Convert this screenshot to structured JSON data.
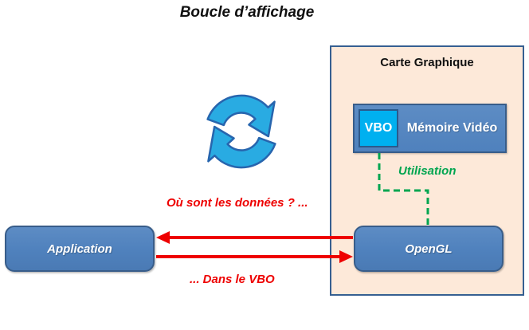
{
  "title": "Boucle d’affichage",
  "palette": {
    "node_fill": "#4f81bd",
    "node_border": "#385d8a",
    "panel_fill": "#fde9d9",
    "panel_border": "#365f91",
    "vbo_fill": "#00b0f0",
    "arrow_red": "#ee0000",
    "usage_green": "#00a550",
    "loop_icon_fill": "#29abe2",
    "loop_icon_stroke": "#2765ae"
  },
  "nodes": {
    "graphics_card": {
      "label": "Carte Graphique"
    },
    "video_memory": {
      "label": "Mémoire Vidéo"
    },
    "vbo": {
      "label": "VBO"
    },
    "application": {
      "label": "Application"
    },
    "opengl": {
      "label": "OpenGL"
    }
  },
  "connectors": {
    "usage": {
      "label": "Utilisation"
    },
    "question": {
      "label": "Où sont les données ? ..."
    },
    "answer": {
      "label": "... Dans le VBO"
    }
  },
  "icons": {
    "loop": "sync-loop-icon"
  }
}
